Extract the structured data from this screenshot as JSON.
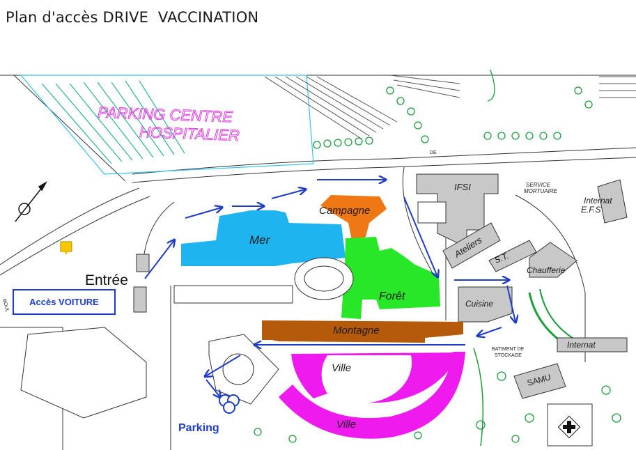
{
  "title": "Plan d'accès DRIVE  VACCINATION",
  "labels": {
    "parking_centre_1": "PARKING CENTRE",
    "parking_centre_2": "HOSPITALIER",
    "entree": "Entrée",
    "acces_voiture": "Accès VOITURE",
    "parking": "Parking",
    "mer": "Mer",
    "campagne": "Campagne",
    "foret": "Forêt",
    "montagne": "Montagne",
    "ville_1": "Ville",
    "ville_2": "Ville",
    "ifsi": "IFSI",
    "service_mortuaire_1": "SERVICE",
    "service_mortuaire_2": "MORTUAIRE",
    "internat_efs_1": "Internat",
    "internat_efs_2": "E.F.S",
    "ateliers": "Ateliers",
    "st": "S.T.",
    "chaufferie": "Chaufferie",
    "cuisine": "Cuisine",
    "batiment_stockage_1": "BATIMENT DE",
    "batiment_stockage_2": "STOCKAGE",
    "internat": "Internat",
    "samu": "SAMU",
    "de": "DE",
    "boul": "BOUL"
  },
  "colors": {
    "mer": "#1eb4f0",
    "campagne": "#f07814",
    "foret": "#28e628",
    "montagne": "#b45a0a",
    "ville": "#ee1aee",
    "route_arrow": "#1e3cc8",
    "parking_text": "#e23ae2",
    "vegetation": "#1a9e3a",
    "building_grey": "#c8c8c8"
  },
  "icons": [
    "north-arrow-icon",
    "info-marker-icon",
    "hospital-cross-icon",
    "parking-icon"
  ]
}
